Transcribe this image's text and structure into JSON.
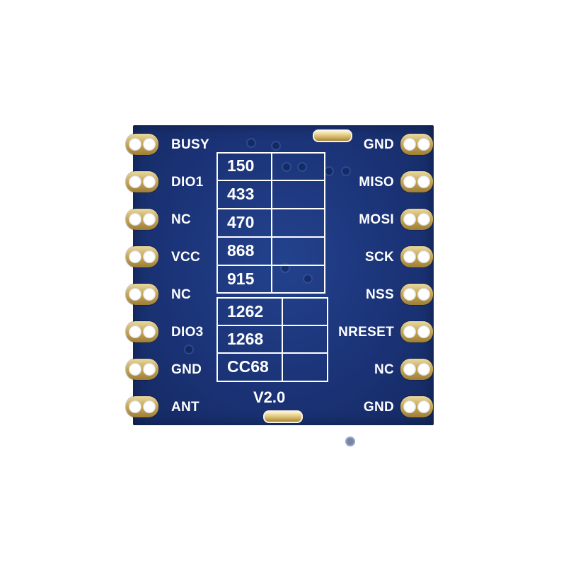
{
  "left_pins": [
    "BUSY",
    "DIO1",
    "NC",
    "VCC",
    "NC",
    "DIO3",
    "GND",
    "ANT"
  ],
  "right_pins": [
    "GND",
    "MISO",
    "MOSI",
    "SCK",
    "NSS",
    "NRESET",
    "NC",
    "GND"
  ],
  "freq_table": [
    "150",
    "433",
    "470",
    "868",
    "915"
  ],
  "chip_table": [
    "1262",
    "1268",
    "CC68"
  ],
  "version": "V2.0",
  "colors": {
    "board": "#1b3377",
    "gold": "#c7a95a",
    "silk": "#ffffff"
  }
}
